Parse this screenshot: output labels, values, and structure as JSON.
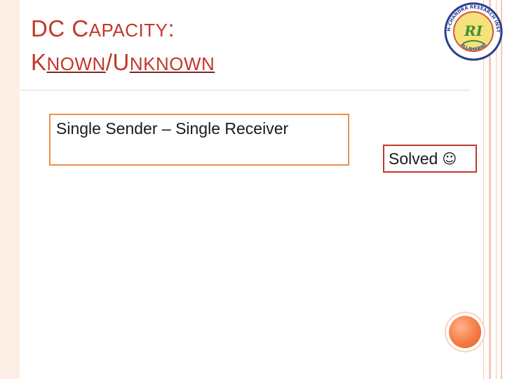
{
  "slide": {
    "title_line1_first_cap": "DC",
    "title_line1_rest_big": " C",
    "title_line1_rest_small": "apacity",
    "title_line1_colon": ":",
    "title_line2_k": "K",
    "title_line2_nown": "nown",
    "title_line2_slash": "/U",
    "title_line2_nknown": "nknown",
    "box1_text": "Single Sender – Single Receiver",
    "box2_text": "Solved",
    "smiley_icon": "☺"
  },
  "logo": {
    "arc_text_top": "HARISH-CHANDRA RESEARCH INSTITUTE",
    "arc_text_bottom": "ALLAHABAD",
    "center_letters": "RI"
  },
  "colors": {
    "title": "#c0392b",
    "box1_border": "#e8914f",
    "box2_border": "#c0392b",
    "accent_orb": "#f57b43",
    "logo_ring": "#2a3f8f",
    "logo_green": "#3f8f3a"
  }
}
